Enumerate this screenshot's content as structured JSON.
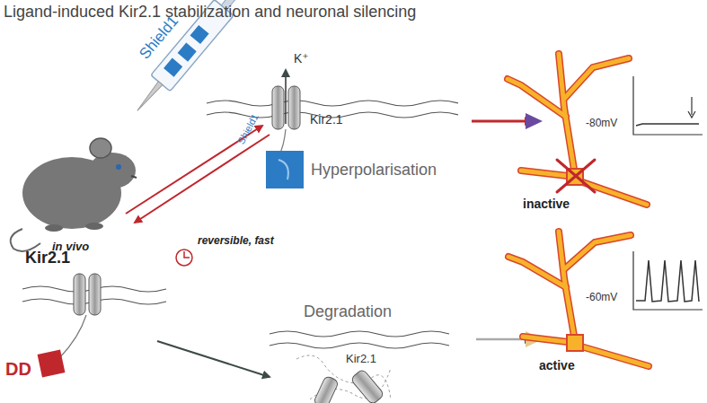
{
  "diagram": {
    "title": "Ligand-induced Kir2.1 stabilization and neuronal silencing",
    "labels": [
      "Shield1",
      "in vivo",
      "K⁺",
      "Kir2.1",
      "Shield1",
      "Hyperpolarisation",
      "inactive",
      "-80mV",
      "reversible, fast",
      "Kir2.1",
      "DD",
      "Degradation",
      "Kir2.1",
      "active",
      "-60mV"
    ]
  }
}
